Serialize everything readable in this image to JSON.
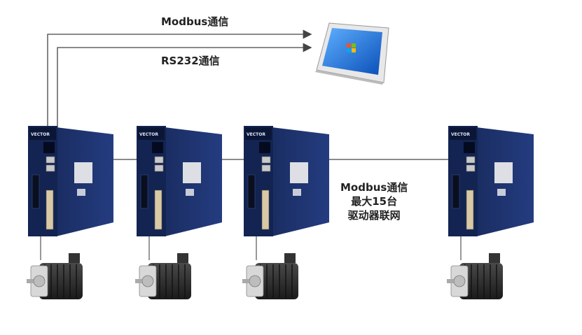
{
  "labels": {
    "modbus_top": "Modbus通信",
    "rs232": "RS232通信",
    "network_line1": "Modbus通信",
    "network_line2": "最大15台",
    "network_line3": "驱动器联网"
  },
  "devices": [
    {
      "name": "servo-drive-1",
      "brand": "VECTOR"
    },
    {
      "name": "servo-drive-2",
      "brand": "VECTOR"
    },
    {
      "name": "servo-drive-3",
      "brand": "VECTOR"
    },
    {
      "name": "servo-drive-4",
      "brand": "VECTOR"
    }
  ],
  "colors": {
    "drive_body": "#1f3470",
    "drive_side": "#132452",
    "drive_dark": "#0b1636",
    "line": "#444444",
    "motor": "#2a2a2a",
    "tablet_screen": "#1d6fd8"
  },
  "icons": [
    "tablet-icon",
    "windows-logo-icon",
    "servo-motor-icon",
    "servo-drive-icon"
  ]
}
